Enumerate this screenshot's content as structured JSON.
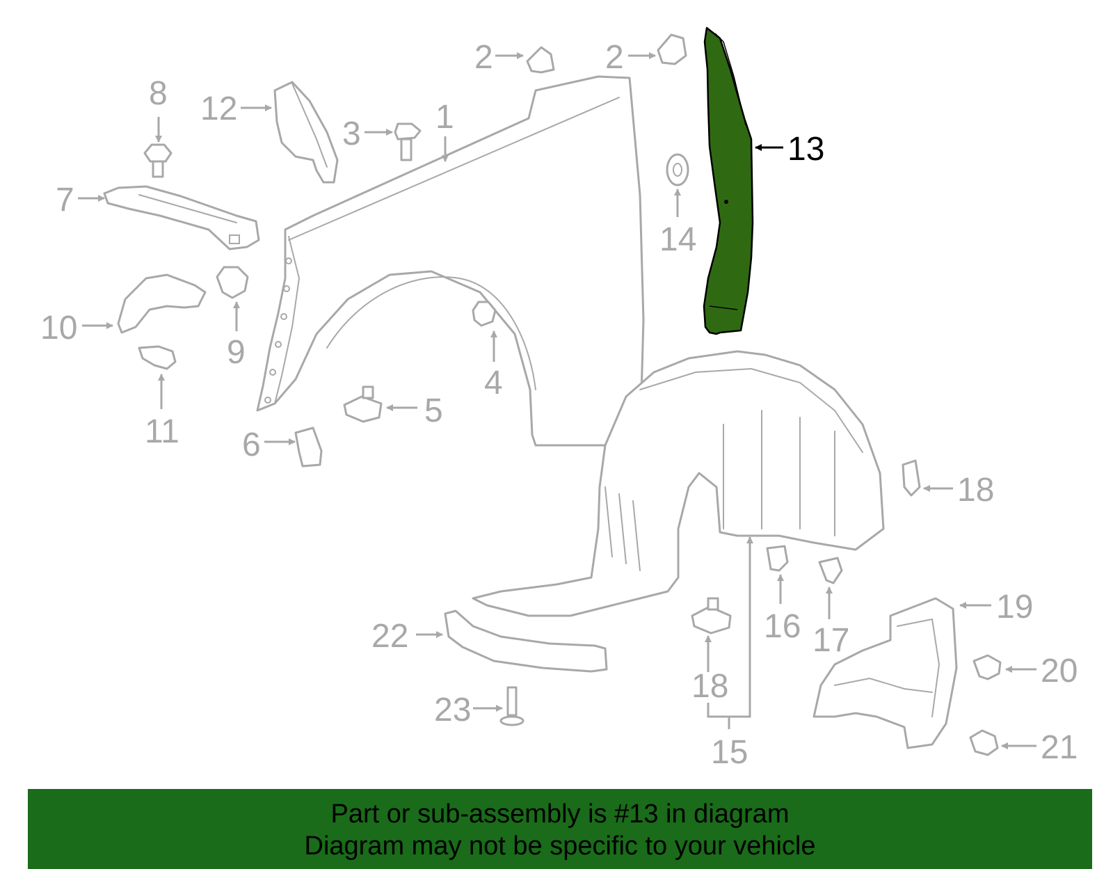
{
  "diagram": {
    "highlight_color": "#2f6a12",
    "part_color": "#a8a8a8",
    "callouts": [
      {
        "id": "c2a",
        "label": "2"
      },
      {
        "id": "c2b",
        "label": "2"
      },
      {
        "id": "c8",
        "label": "8"
      },
      {
        "id": "c12",
        "label": "12"
      },
      {
        "id": "c3",
        "label": "3"
      },
      {
        "id": "c1",
        "label": "1"
      },
      {
        "id": "c13",
        "label": "13"
      },
      {
        "id": "c7",
        "label": "7"
      },
      {
        "id": "c14",
        "label": "14"
      },
      {
        "id": "c10",
        "label": "10"
      },
      {
        "id": "c9",
        "label": "9"
      },
      {
        "id": "c4",
        "label": "4"
      },
      {
        "id": "c11",
        "label": "11"
      },
      {
        "id": "c5",
        "label": "5"
      },
      {
        "id": "c6",
        "label": "6"
      },
      {
        "id": "c18a",
        "label": "18"
      },
      {
        "id": "c16",
        "label": "16"
      },
      {
        "id": "c17",
        "label": "17"
      },
      {
        "id": "c19",
        "label": "19"
      },
      {
        "id": "c22",
        "label": "22"
      },
      {
        "id": "c20",
        "label": "20"
      },
      {
        "id": "c18b",
        "label": "18"
      },
      {
        "id": "c23",
        "label": "23"
      },
      {
        "id": "c21",
        "label": "21"
      },
      {
        "id": "c15",
        "label": "15"
      }
    ]
  },
  "caption": {
    "line1": "Part or sub-assembly is #13 in diagram",
    "line2": "Diagram may not be specific to your vehicle",
    "background": "#1a6b1a"
  }
}
